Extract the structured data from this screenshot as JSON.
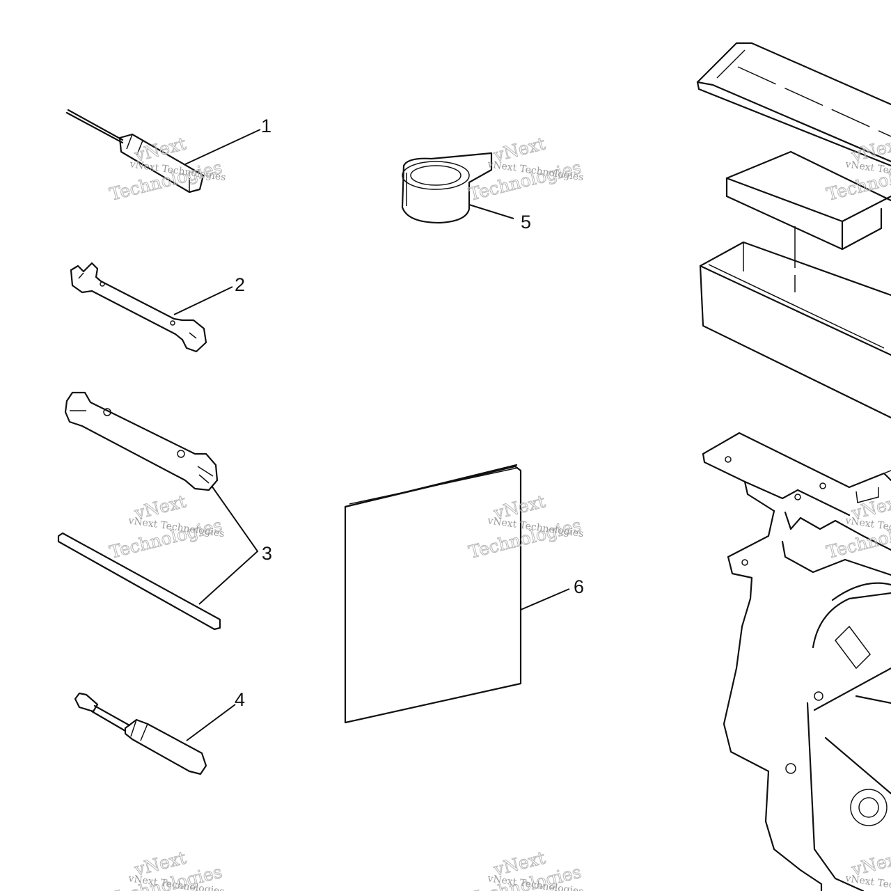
{
  "callouts": [
    {
      "id": "1",
      "part": "screwdriver-tool"
    },
    {
      "id": "2",
      "part": "open-end-wrench"
    },
    {
      "id": "3",
      "part": "spark-plug-wrench-and-bar"
    },
    {
      "id": "4",
      "part": "screwdriver-handle"
    },
    {
      "id": "5",
      "part": "tape-roll"
    },
    {
      "id": "6",
      "part": "owners-manual"
    }
  ],
  "watermark": {
    "line1": "vNext Technologies",
    "line2a": "vNext",
    "line2b": "Technologies"
  }
}
